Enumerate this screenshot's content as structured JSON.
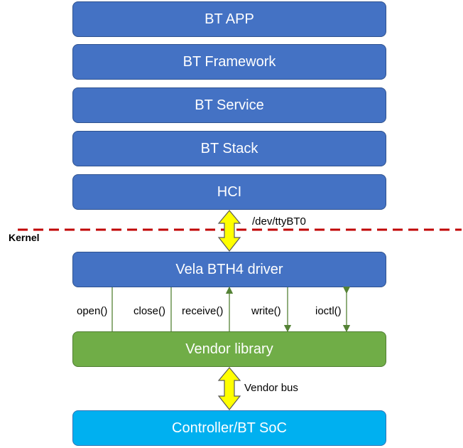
{
  "layers": {
    "app": "BT APP",
    "framework": "BT Framework",
    "service": "BT Service",
    "stack": "BT Stack",
    "hci": "HCI",
    "driver": "Vela BTH4 driver",
    "vendor_library": "Vendor library",
    "controller": "Controller/BT SoC"
  },
  "interface_labels": {
    "tty": "/dev/ttyBT0",
    "vendor_bus": "Vendor bus"
  },
  "boundary": {
    "label": "Kernel",
    "color": "#c00000"
  },
  "calls": {
    "open": "open()",
    "close": "close()",
    "receive": "receive()",
    "write": "write()",
    "ioctl": "ioctl()"
  },
  "colors": {
    "layer_blue": "#4472c4",
    "vendor_green": "#70ad47",
    "controller_cyan": "#00b0f0",
    "bidir_arrow_fill": "#ffff00",
    "call_line": "#548235"
  }
}
